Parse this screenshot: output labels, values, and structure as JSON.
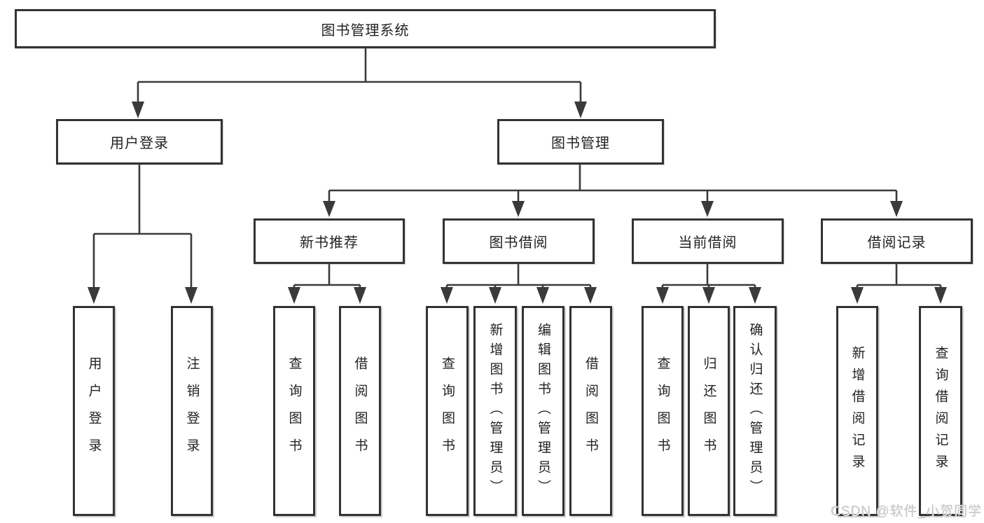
{
  "diagram": {
    "root": {
      "label": "图书管理系统"
    },
    "level2": [
      {
        "label": "用户登录"
      },
      {
        "label": "图书管理"
      }
    ],
    "level3": [
      {
        "label": "新书推荐"
      },
      {
        "label": "图书借阅"
      },
      {
        "label": "当前借阅"
      },
      {
        "label": "借阅记录"
      }
    ],
    "leaves": {
      "user_login": [
        {
          "label": "用户登录"
        },
        {
          "label": "注销登录"
        }
      ],
      "new_book_recommend": [
        {
          "label": "查询图书"
        },
        {
          "label": "借阅图书"
        }
      ],
      "book_borrow": [
        {
          "label": "查询图书"
        },
        {
          "label": "新增图书（管理员）"
        },
        {
          "label": "编辑图书（管理员）"
        },
        {
          "label": "借阅图书"
        }
      ],
      "current_borrow": [
        {
          "label": "查询图书"
        },
        {
          "label": "归还图书"
        },
        {
          "label": "确认归还（管理员）"
        }
      ],
      "borrow_records": [
        {
          "label": "新增借阅记录"
        },
        {
          "label": "查询借阅记录"
        }
      ]
    }
  },
  "watermark": {
    "text": "CSDN @软件_小贺同学"
  },
  "colors": {
    "line": "#3a3a3a",
    "box_border": "#333333",
    "box_fill": "#ffffff",
    "text": "#222222",
    "watermark": "#c6c6c6",
    "background": "#ffffff"
  }
}
